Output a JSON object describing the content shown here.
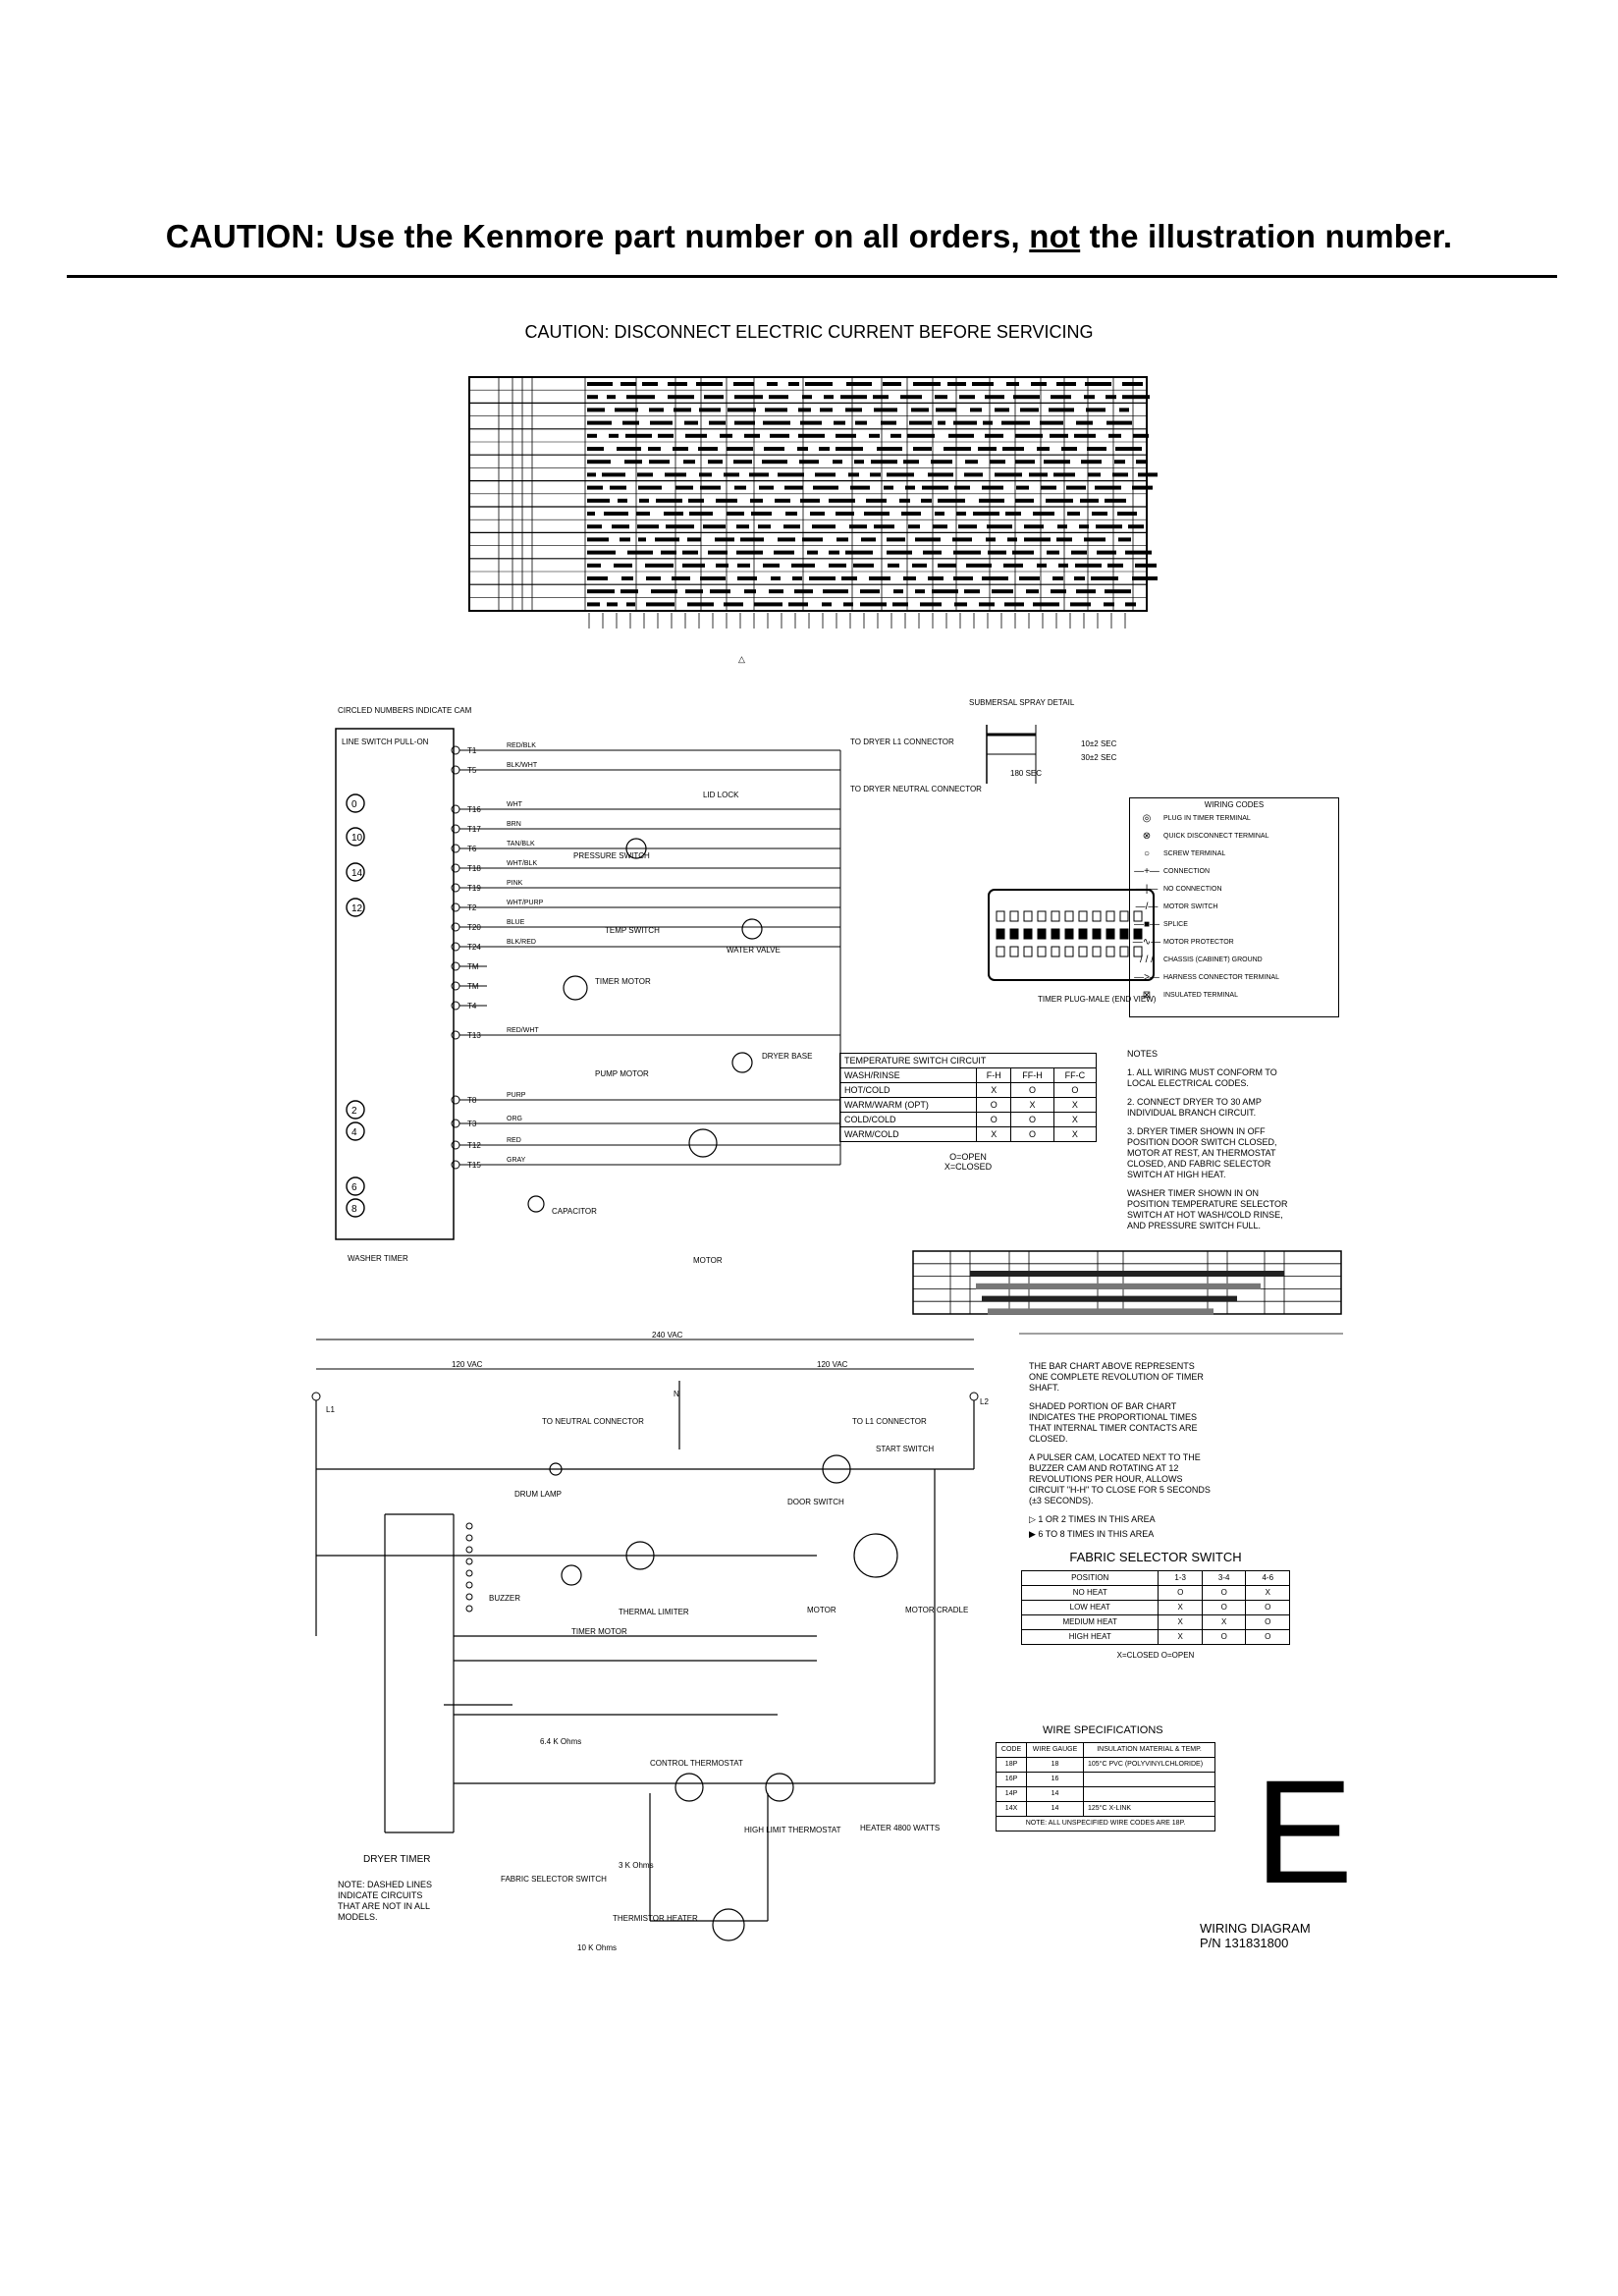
{
  "header": {
    "caution_pre": "CAUTION: Use the Kenmore part number on all orders, ",
    "caution_not": "not",
    "caution_post": " the illustration number.",
    "disconnect": "CAUTION: DISCONNECT ELECTRIC CURRENT BEFORE SERVICING"
  },
  "washer": {
    "top_legend": "CIRCLED NUMBERS INDICATE CAM",
    "line_switch": "LINE SWITCH PULL-ON",
    "timer_label": "WASHER TIMER",
    "terminals": [
      "T1",
      "T5",
      "T16",
      "T17",
      "T6",
      "T18",
      "T19",
      "T2",
      "T20",
      "T24",
      "TM",
      "TM",
      "T4",
      "T13",
      "T8",
      "T3",
      "T12",
      "T15"
    ],
    "wires": [
      "RED/BLK",
      "BLK/WHT",
      "WHT",
      "BRN",
      "TAN/BLK",
      "WHT/BLK",
      "PINK",
      "WHT/PURP",
      "BLUE",
      "BLK/RED",
      "RED/WHT",
      "PURP",
      "ORG",
      "RED",
      "GRAY"
    ],
    "to_dryer_l1": "TO DRYER L1 CONNECTOR",
    "to_dryer_neutral": "TO DRYER NEUTRAL CONNECTOR",
    "lid_lock": "LID LOCK",
    "pressure_switch": "PRESSURE SWITCH",
    "temp_switch": "TEMP SWITCH",
    "water_valve": "WATER VALVE",
    "timer_motor": "TIMER MOTOR",
    "pump_motor": "PUMP MOTOR",
    "capacitor": "CAPACITOR",
    "motor": "MOTOR",
    "dryer_base": "DRYER BASE",
    "cams": [
      "0",
      "10",
      "14",
      "12",
      "2",
      "4",
      "6",
      "8"
    ]
  },
  "submersal": {
    "title": "SUBMERSAL SPRAY DETAIL",
    "dim1": "10±2 SEC",
    "dim2": "30±2 SEC",
    "dim3": "180 SEC",
    "timer_plug": "TIMER PLUG-MALE (END VIEW)"
  },
  "wiring_codes": {
    "title": "WIRING CODES",
    "items": [
      "PLUG IN TIMER TERMINAL",
      "QUICK DISCONNECT TERMINAL",
      "SCREW TERMINAL",
      "CONNECTION",
      "NO CONNECTION",
      "MOTOR SWITCH",
      "SPLICE",
      "MOTOR PROTECTOR",
      "CHASSIS (CABINET) GROUND",
      "HARNESS CONNECTOR TERMINAL",
      "INSULATED TERMINAL"
    ]
  },
  "temp_switch_table": {
    "title": "TEMPERATURE SWITCH CIRCUIT",
    "headers": [
      "WASH/RINSE",
      "F-H",
      "FF-H",
      "FF-C"
    ],
    "rows": [
      [
        "HOT/COLD",
        "X",
        "O",
        "O"
      ],
      [
        "WARM/WARM (OPT)",
        "O",
        "X",
        "X"
      ],
      [
        "COLD/COLD",
        "O",
        "O",
        "X"
      ],
      [
        "WARM/COLD",
        "X",
        "O",
        "X"
      ]
    ],
    "legend_open": "O=OPEN",
    "legend_closed": "X=CLOSED"
  },
  "notes": {
    "title": "NOTES",
    "items": [
      "1. ALL WIRING MUST CONFORM TO LOCAL ELECTRICAL CODES.",
      "2. CONNECT DRYER TO 30 AMP INDIVIDUAL BRANCH CIRCUIT.",
      "3. DRYER TIMER SHOWN IN OFF POSITION DOOR SWITCH CLOSED, MOTOR AT REST, AN THERMOSTAT CLOSED, AND FABRIC SELECTOR SWITCH AT HIGH HEAT.",
      "WASHER TIMER SHOWN IN ON POSITION TEMPERATURE SELECTOR SWITCH AT HOT WASH/COLD RINSE, AND PRESSURE SWITCH FULL."
    ]
  },
  "dryer": {
    "v240": "240 VAC",
    "v120a": "120 VAC",
    "v120b": "120 VAC",
    "l1": "L1",
    "l2": "L2",
    "n": "N",
    "to_neutral": "TO NEUTRAL CONNECTOR",
    "to_l1": "TO L1 CONNECTOR",
    "drum_lamp": "DRUM LAMP",
    "door_switch": "DOOR SWITCH",
    "start_switch": "START SWITCH",
    "thermal_limiter": "THERMAL LIMITER",
    "motor": "MOTOR",
    "motor_cradle": "MOTOR CRADLE",
    "buzzer": "BUZZER",
    "timer_motor": "TIMER MOTOR",
    "resistor1": "6.4 K Ohms",
    "control_thermostat": "CONTROL THERMOSTAT",
    "high_limit": "HIGH LIMIT THERMOSTAT",
    "heater": "HEATER 4800 WATTS",
    "resistor2": "3 K Ohms",
    "fabric_switch": "FABRIC SELECTOR SWITCH",
    "thermistor": "THERMISTOR HEATER",
    "resistor3": "10 K Ohms",
    "dryer_timer": "DRYER TIMER",
    "note": "NOTE: DASHED LINES INDICATE CIRCUITS THAT ARE NOT IN ALL MODELS."
  },
  "bar_chart_notes": {
    "items": [
      "THE BAR CHART ABOVE REPRESENTS ONE COMPLETE REVOLUTION OF TIMER SHAFT.",
      "SHADED PORTION OF BAR CHART INDICATES THE PROPORTIONAL TIMES THAT INTERNAL TIMER CONTACTS ARE CLOSED.",
      "A PULSER CAM, LOCATED NEXT TO THE BUZZER CAM AND ROTATING AT 12 REVOLUTIONS PER HOUR, ALLOWS CIRCUIT \"H-H\" TO CLOSE FOR 5 SECONDS (±3 SECONDS)."
    ],
    "area1": "1 OR 2 TIMES IN THIS AREA",
    "area2": "6 TO 8 TIMES IN THIS AREA"
  },
  "fabric_table": {
    "title": "FABRIC SELECTOR SWITCH",
    "headers": [
      "POSITION",
      "1-3",
      "3-4",
      "4-6"
    ],
    "rows": [
      [
        "NO HEAT",
        "O",
        "O",
        "X"
      ],
      [
        "LOW HEAT",
        "X",
        "O",
        "O"
      ],
      [
        "MEDIUM HEAT",
        "X",
        "X",
        "O"
      ],
      [
        "HIGH HEAT",
        "X",
        "O",
        "O"
      ]
    ],
    "legend": "X=CLOSED     O=OPEN"
  },
  "wire_spec": {
    "title": "WIRE SPECIFICATIONS",
    "headers": [
      "CODE",
      "WIRE GAUGE",
      "INSULATION MATERIAL & TEMP."
    ],
    "rows": [
      [
        "18P",
        "18",
        "105°C PVC (POLYVINYLCHLORIDE)"
      ],
      [
        "16P",
        "16",
        ""
      ],
      [
        "14P",
        "14",
        ""
      ],
      [
        "14X",
        "14",
        "125°C X-LINK"
      ]
    ],
    "note": "NOTE: ALL UNSPECIFIED WIRE CODES ARE 18P."
  },
  "footer": {
    "letter": "E",
    "title": "WIRING DIAGRAM",
    "pn": "P/N 131831800"
  }
}
